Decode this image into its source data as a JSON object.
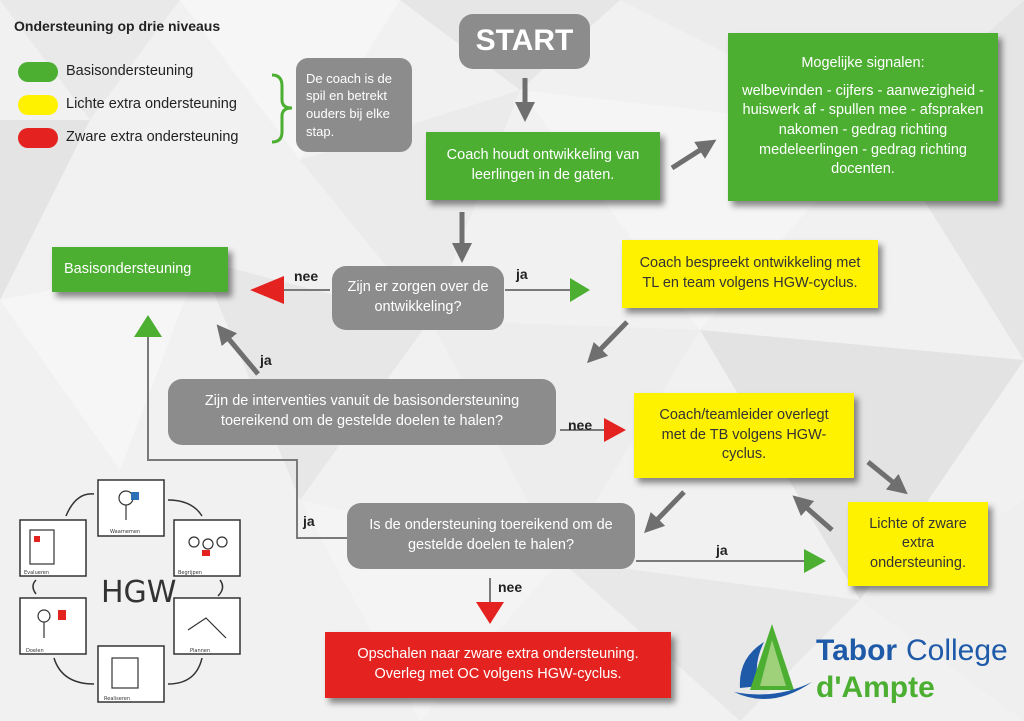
{
  "legend": {
    "title": "Ondersteuning op drie niveaus",
    "items": [
      {
        "label": "Basisondersteuning",
        "color": "#4caf32"
      },
      {
        "label": "Lichte extra ondersteuning",
        "color": "#fff200"
      },
      {
        "label": "Zware extra ondersteuning",
        "color": "#e42320"
      }
    ],
    "note": "De coach is de spil en betrekt ouders bij elke stap."
  },
  "nodes": {
    "start": "START",
    "coach_monitor": "Coach houdt ontwikkeling van leerlingen in de gaten.",
    "signals_title": "Mogelijke signalen:",
    "signals": "welbevinden - cijfers - aanwezigheid - huiswerk af - spullen mee - afspraken nakomen - gedrag richting medeleerlingen - gedrag richting docenten.",
    "worries": "Zijn er zorgen over de ontwikkeling?",
    "basis": "Basisondersteuning",
    "coach_discuss": "Coach bespreekt ontwikkeling met TL en team volgens HGW-cyclus.",
    "interventions": "Zijn de interventies vanuit de basisondersteuning toereikend om de gestelde doelen te halen?",
    "coach_tb": "Coach/teamleider overlegt met de TB volgens HGW-cyclus.",
    "light_heavy": "Lichte of zware extra ondersteuning.",
    "sufficient": "Is de ondersteuning toereikend om de gestelde doelen te halen?",
    "escalate": "Opschalen naar zware extra ondersteuning. Overleg met OC volgens HGW-cyclus."
  },
  "edge_labels": {
    "nee1": "nee",
    "ja1": "ja",
    "ja2": "ja",
    "nee2": "nee",
    "ja3": "ja",
    "ja4": "ja",
    "nee3": "nee"
  },
  "hgw_sketch": {
    "title": "HGW",
    "steps": [
      "Evalueren",
      "Waarnemen",
      "Begrijpen",
      "Plannen",
      "Realiseren",
      "Doelen"
    ]
  },
  "logo": {
    "word1": "Tabor",
    "word2": "College",
    "word3": "d'Ampte",
    "color_blue": "#1e5aa8",
    "color_green": "#4caf32"
  },
  "colors": {
    "arrow_grey": "#6f6f6f",
    "green": "#4caf32",
    "yellow": "#fff200",
    "red": "#e42320",
    "grey_box": "#8c8c8c"
  }
}
